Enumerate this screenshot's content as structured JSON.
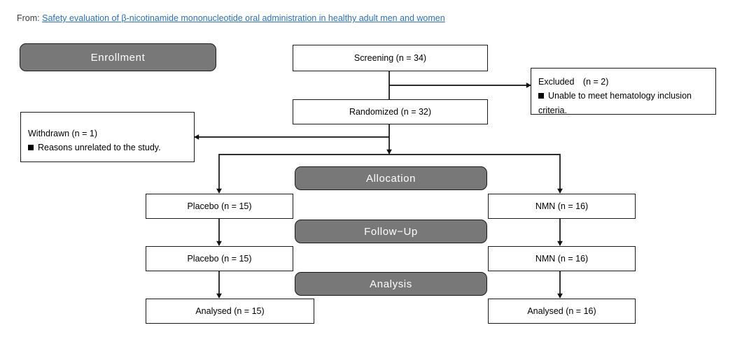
{
  "source": {
    "prefix": "From:",
    "link_text": "Safety evaluation of β-nicotinamide mononucleotide oral administration in healthy adult men and women"
  },
  "diagram": {
    "type": "consort-flow-diagram",
    "stages": [
      {
        "id": "enrollment",
        "label": "Enrollment"
      },
      {
        "id": "allocation",
        "label": "Allocation"
      },
      {
        "id": "followup",
        "label": "Follow−Up"
      },
      {
        "id": "analysis",
        "label": "Analysis"
      }
    ],
    "nodes": {
      "screening": {
        "label": "Screening (n = 34)",
        "n": 34
      },
      "randomized": {
        "label": "Randomized (n = 32)",
        "n": 32
      },
      "excluded": {
        "title": "Excluded　(n = 2)",
        "n": 2,
        "reason": "Unable to meet hematology inclusion criteria."
      },
      "withdrawn": {
        "title": "Withdrawn (n = 1)",
        "n": 1,
        "reason": "Reasons unrelated to the study."
      },
      "alloc_placebo": {
        "label": "Placebo (n = 15)",
        "n": 15
      },
      "alloc_nmn": {
        "label": "NMN (n = 16)",
        "n": 16
      },
      "follow_placebo": {
        "label": "Placebo (n = 15)",
        "n": 15
      },
      "follow_nmn": {
        "label": "NMN (n = 16)",
        "n": 16
      },
      "analysed_placebo": {
        "label": "Analysed (n = 15)",
        "n": 15
      },
      "analysed_nmn": {
        "label": "Analysed (n = 16)",
        "n": 16
      }
    },
    "colors": {
      "banner_fill": "#787878",
      "banner_text": "#ffffff",
      "box_border": "#1a1a1a",
      "box_fill": "#ffffff",
      "link": "#2f6fb5",
      "connector": "#111111"
    }
  }
}
